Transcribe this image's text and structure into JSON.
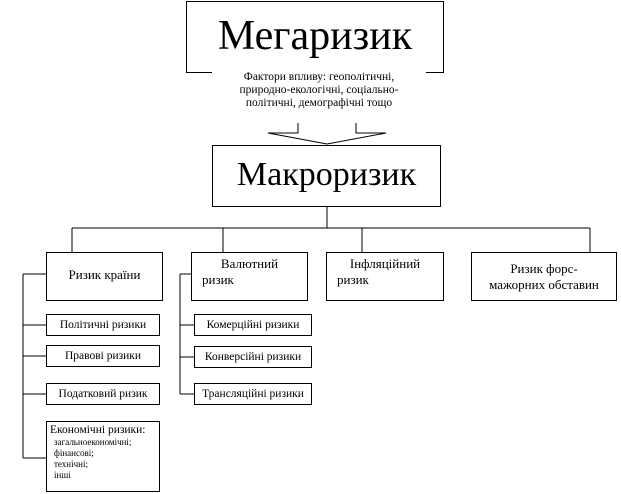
{
  "top": {
    "title": "Мегаризик",
    "factors": [
      "Фактори впливу: геополітичні,",
      "природно-екологічні, соціально-",
      "політичні, демографічні тощо"
    ]
  },
  "middle": {
    "title": "Макроризик"
  },
  "categories": [
    {
      "lines": [
        "Ризик країни"
      ]
    },
    {
      "lines": [
        "Валютний",
        "ризик"
      ]
    },
    {
      "lines": [
        "Інфляційний",
        "ризик"
      ]
    },
    {
      "lines": [
        "Ризик форс-",
        "мажорних обставин"
      ]
    }
  ],
  "country_risks": [
    "Політичні ризики",
    "Правові ризики",
    "Податковий ризик"
  ],
  "economic_risks": {
    "title": "Економічні ризики:",
    "items": [
      "загальноекономічні;",
      "фінансові;",
      "технічні;",
      "інші"
    ]
  },
  "currency_risks": [
    "Комерційні ризики",
    "Конверсійні ризики",
    "Трансляційні ризики"
  ],
  "colors": {
    "line": "#000000",
    "background": "#ffffff"
  }
}
